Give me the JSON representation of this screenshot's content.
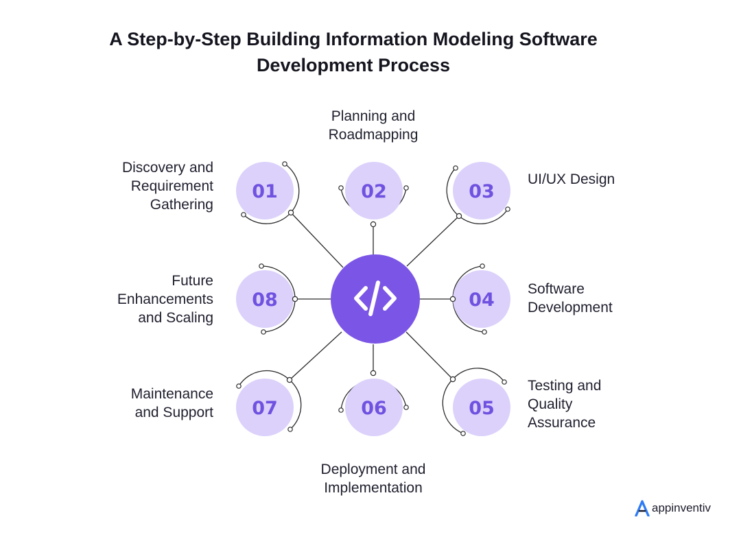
{
  "title": {
    "line1": "A Step-by-Step Building Information Modeling Software",
    "line2": "Development Process"
  },
  "center_icon": "code-icon",
  "steps": [
    {
      "number": "01",
      "lines": [
        "Discovery and",
        "Requirement",
        "Gathering"
      ]
    },
    {
      "number": "02",
      "lines": [
        "Planning and",
        "Roadmapping"
      ]
    },
    {
      "number": "03",
      "lines": [
        "UI/UX Design"
      ]
    },
    {
      "number": "04",
      "lines": [
        "Software",
        "Development"
      ]
    },
    {
      "number": "05",
      "lines": [
        "Testing and",
        "Quality",
        "Assurance"
      ]
    },
    {
      "number": "06",
      "lines": [
        "Deployment and",
        "Implementation"
      ]
    },
    {
      "number": "07",
      "lines": [
        "Maintenance",
        "and Support"
      ]
    },
    {
      "number": "08",
      "lines": [
        "Future",
        "Enhancements",
        "and Scaling"
      ]
    }
  ],
  "colors": {
    "hub": "#7b55e6",
    "node_fill": "#dcd1fb",
    "number": "#7052e0",
    "line": "#2a2a2a",
    "logo_accent": "#2e7cf6"
  },
  "logo": {
    "text": "appinventiv",
    "icon": "appinventiv-logo-icon"
  }
}
